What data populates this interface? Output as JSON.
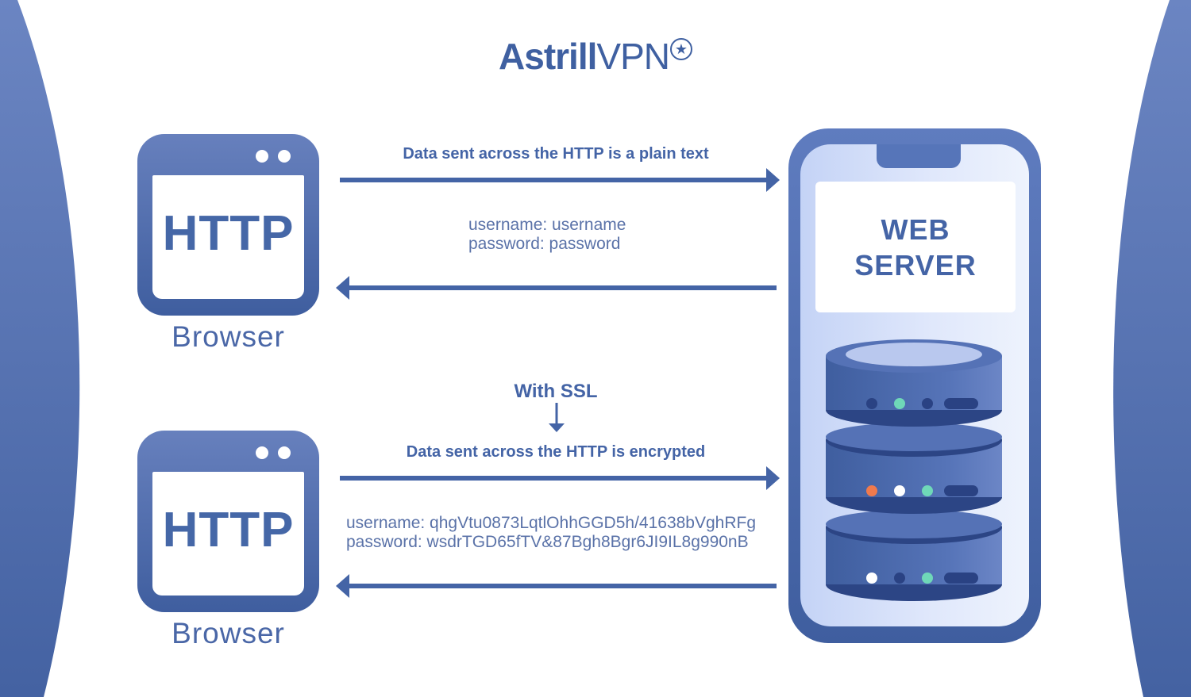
{
  "logo": {
    "bold": "Astrill",
    "light": "VPN",
    "mark": "★",
    "icon": "star-badge-icon"
  },
  "top": {
    "heading": "Data sent across the HTTP is a plain text",
    "credentials": [
      "username: username",
      "password: password"
    ]
  },
  "ssl_label": "With SSL",
  "bottom": {
    "heading": "Data sent across the HTTP is encrypted",
    "credentials": [
      "username: qhgVtu0873LqtlOhhGGD5h/41638bVghRFg",
      "password: wsdrTGD65fTV&87Bgh8Bgr6JI9IL8g990nB"
    ]
  },
  "browser": {
    "http_label": "HTTP",
    "caption": "Browser"
  },
  "server": {
    "line1": "WEB",
    "line2": "SERVER"
  },
  "colors": {
    "primary": "#4464a6",
    "dark_navy": "#2a4283",
    "teal_led": "#6fd8b8",
    "orange_led": "#f07a4d",
    "white": "#ffffff"
  },
  "server_leds": [
    [
      "dark_navy",
      "teal_led",
      "dark_navy"
    ],
    [
      "orange_led",
      "white",
      "teal_led"
    ],
    [
      "white",
      "dark_navy",
      "teal_led"
    ]
  ]
}
